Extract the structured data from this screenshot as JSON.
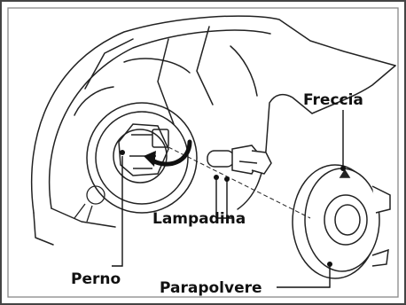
{
  "labels": {
    "freccia": "Freccia",
    "lampadina": "Lampadina",
    "perno": "Perno",
    "parapolvere": "Parapolvere"
  },
  "colors": {
    "outer_border": "#444444",
    "inner_border": "#888888",
    "line_art": "#222222"
  },
  "icons": {
    "rotation_arrow": "curved-arrow-icon"
  }
}
